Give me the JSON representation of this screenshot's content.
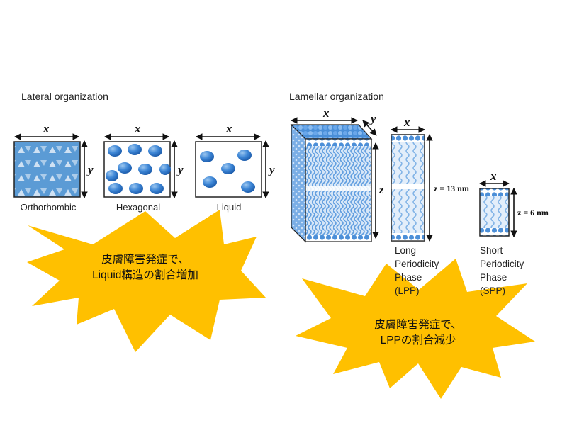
{
  "lateral": {
    "title": "Lateral organization",
    "panels": [
      {
        "label": "Orthorhombic",
        "axis_x": "x",
        "axis_y": "y"
      },
      {
        "label": "Hexagonal",
        "axis_x": "x",
        "axis_y": "y"
      },
      {
        "label": "Liquid",
        "axis_x": "x",
        "axis_y": "y"
      }
    ],
    "callout": {
      "line1": "皮膚障害発症で、",
      "line2": "Liquid構造の割合増加"
    }
  },
  "lamellar": {
    "title": "Lamellar organization",
    "cube": {
      "axis_x": "x",
      "axis_y": "y",
      "axis_z": "z"
    },
    "lpp": {
      "axis_x": "x",
      "z_label": "z = 13 nm",
      "lines": [
        "Long",
        "Periodicity",
        "Phase",
        "(LPP)"
      ]
    },
    "spp": {
      "axis_x": "x",
      "z_label": "z = 6 nm",
      "lines": [
        "Short",
        "Periodicity",
        "Phase",
        "(SPP)"
      ]
    },
    "callout": {
      "line1": "皮膚障害発症で、",
      "line2": "LPPの割合減少"
    }
  },
  "colors": {
    "blue": "#5b9bd5",
    "light_blue": "#bdd7ee",
    "dot_blue": "#2f75c8",
    "burst": "#ffc000"
  }
}
